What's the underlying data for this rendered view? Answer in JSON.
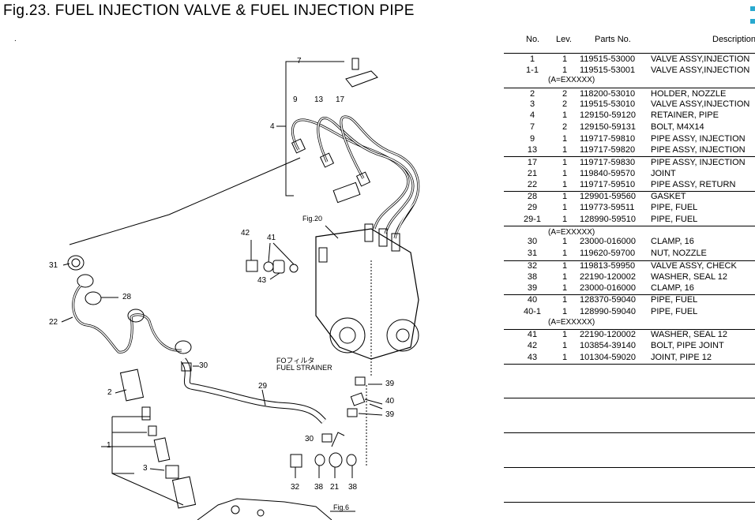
{
  "title": "Fig.23.  FUEL INJECTION VALVE & FUEL INJECTION PIPE",
  "dot": ".",
  "table": {
    "headers": {
      "no": "No.",
      "lev": "Lev.",
      "parts_no": "Parts No.",
      "description": "Description"
    },
    "rows": [
      {
        "no": "1",
        "lev": "1",
        "pn": "119515-53000",
        "desc": "VALVE ASSY,INJECTION"
      },
      {
        "no": "1-1",
        "lev": "1",
        "pn": "119515-53001",
        "desc": "VALVE ASSY,INJECTION"
      },
      {
        "no": "2",
        "lev": "2",
        "pn": "118200-53010",
        "desc": "HOLDER, NOZZLE"
      },
      {
        "no": "3",
        "lev": "2",
        "pn": "119515-53010",
        "desc": "VALVE ASSY,INJECTION"
      },
      {
        "no": "4",
        "lev": "1",
        "pn": "129150-59120",
        "desc": "RETAINER, PIPE"
      },
      {
        "no": "7",
        "lev": "2",
        "pn": "129150-59131",
        "desc": "BOLT, M4X14"
      },
      {
        "no": "9",
        "lev": "1",
        "pn": "119717-59810",
        "desc": "PIPE ASSY, INJECTION"
      },
      {
        "no": "13",
        "lev": "1",
        "pn": "119717-59820",
        "desc": "PIPE ASSY, INJECTION"
      },
      {
        "no": "17",
        "lev": "1",
        "pn": "119717-59830",
        "desc": "PIPE ASSY, INJECTION"
      },
      {
        "no": "21",
        "lev": "1",
        "pn": "119840-59570",
        "desc": "JOINT"
      },
      {
        "no": "22",
        "lev": "1",
        "pn": "119717-59510",
        "desc": "PIPE ASSY, RETURN"
      },
      {
        "no": "28",
        "lev": "1",
        "pn": "129901-59560",
        "desc": "GASKET"
      },
      {
        "no": "29",
        "lev": "1",
        "pn": "119773-59511",
        "desc": "PIPE, FUEL"
      },
      {
        "no": "29-1",
        "lev": "1",
        "pn": "128990-59510",
        "desc": "PIPE, FUEL"
      },
      {
        "no": "30",
        "lev": "1",
        "pn": "23000-016000",
        "desc": "CLAMP,  16"
      },
      {
        "no": "31",
        "lev": "1",
        "pn": "119620-59700",
        "desc": "NUT, NOZZLE"
      },
      {
        "no": "32",
        "lev": "1",
        "pn": "119813-59950",
        "desc": "VALVE ASSY, CHECK"
      },
      {
        "no": "38",
        "lev": "1",
        "pn": "22190-120002",
        "desc": "WASHER, SEAL 12"
      },
      {
        "no": "39",
        "lev": "1",
        "pn": "23000-016000",
        "desc": "CLAMP,  16"
      },
      {
        "no": "40",
        "lev": "1",
        "pn": "128370-59040",
        "desc": "PIPE, FUEL"
      },
      {
        "no": "40-1",
        "lev": "1",
        "pn": "128990-59040",
        "desc": "PIPE, FUEL"
      },
      {
        "no": "41",
        "lev": "1",
        "pn": "22190-120002",
        "desc": "WASHER, SEAL 12"
      },
      {
        "no": "42",
        "lev": "1",
        "pn": "103854-39140",
        "desc": "BOLT, PIPE JOINT"
      },
      {
        "no": "43",
        "lev": "1",
        "pn": "101304-59020",
        "desc": "JOINT, PIPE 12"
      }
    ],
    "notes": [
      "(A=EXXXXX)",
      "(A=EXXXXX)",
      "(A=EXXXXX)"
    ]
  },
  "diagram": {
    "callouts": [
      "7",
      "9",
      "13",
      "17",
      "4",
      "42",
      "41",
      "43",
      "31",
      "28",
      "22",
      "30",
      "29",
      "2",
      "1",
      "3",
      "30",
      "32",
      "38",
      "21",
      "38",
      "39",
      "40",
      "39"
    ],
    "fig_refs": [
      "Fig.20",
      "Fig.6"
    ],
    "strainer_label_jp": "FOフィルタ",
    "strainer_label_en": "FUEL STRAINER"
  },
  "colors": {
    "ink": "#000000",
    "accent_mark": "#29a9cf",
    "background": "#ffffff"
  }
}
